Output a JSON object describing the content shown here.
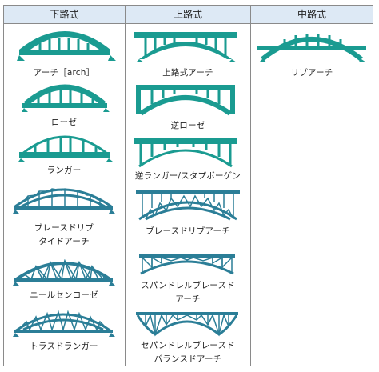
{
  "headers": {
    "through": "下路式",
    "deck": "上路式",
    "half_through": "中路式"
  },
  "through": [
    {
      "label": "アーチ［arch］"
    },
    {
      "label": "ローゼ"
    },
    {
      "label": "ランガー"
    },
    {
      "label_line1": "ブレースドリブ",
      "label_line2": "タイドアーチ"
    },
    {
      "label": "ニールセンローゼ"
    },
    {
      "label": "トラスドランガー"
    }
  ],
  "deck": [
    {
      "label": "上路式アーチ"
    },
    {
      "label": "逆ローゼ"
    },
    {
      "label": "逆ランガー/スタプボーゲン"
    },
    {
      "label": "ブレースドリブアーチ"
    },
    {
      "label_line1": "スパンドレルブレースド",
      "label_line2": "アーチ"
    },
    {
      "label_line1": "セパンドレルブレースド",
      "label_line2": "バランスドアーチ"
    }
  ],
  "half_through": [
    {
      "label": "リプアーチ"
    }
  ],
  "colors": {
    "bridge": "#1a9b91",
    "header_bg": "#dde9f5",
    "border": "#8a8a8a"
  }
}
